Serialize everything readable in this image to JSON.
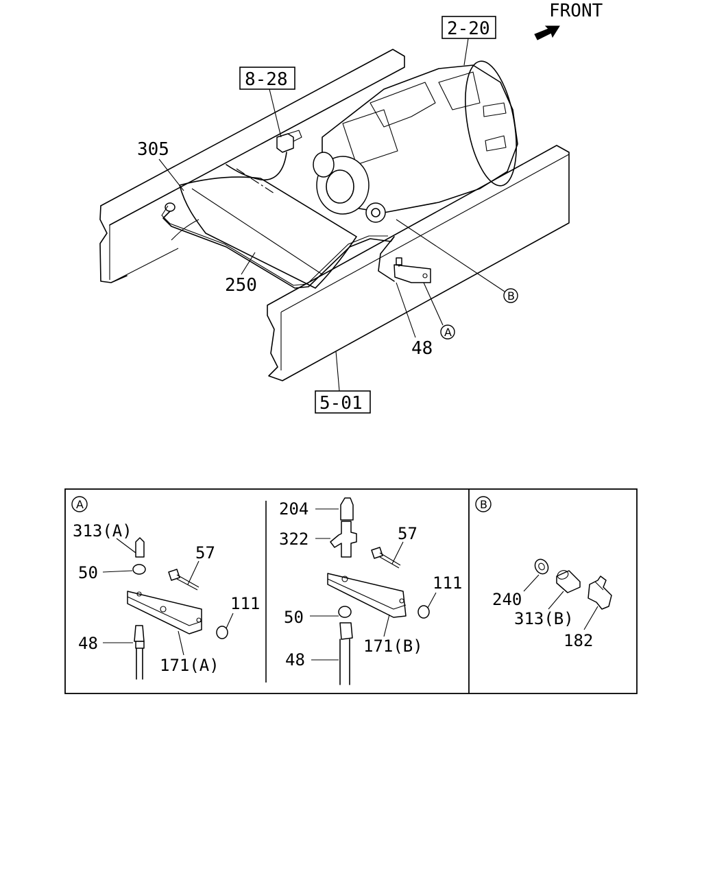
{
  "header": {
    "front_label": "FRONT"
  },
  "main_view": {
    "refs": {
      "transmission": "2-20",
      "sensor": "8-28",
      "frame": "5-01"
    },
    "parts": {
      "p305": "305",
      "p250": "250",
      "p48": "48"
    },
    "detail_markers": {
      "a": "A",
      "b": "B"
    }
  },
  "detail_a_left": {
    "marker": "A",
    "labels": {
      "p313a": "313(A)",
      "p50": "50",
      "p57": "57",
      "p111": "111",
      "p48": "48",
      "p171a": "171(A)"
    }
  },
  "detail_a_right": {
    "labels": {
      "p204": "204",
      "p322": "322",
      "p57": "57",
      "p111": "111",
      "p50": "50",
      "p171b": "171(B)",
      "p48": "48"
    }
  },
  "detail_b": {
    "marker": "B",
    "labels": {
      "p240": "240",
      "p313b": "313(B)",
      "p182": "182"
    }
  }
}
